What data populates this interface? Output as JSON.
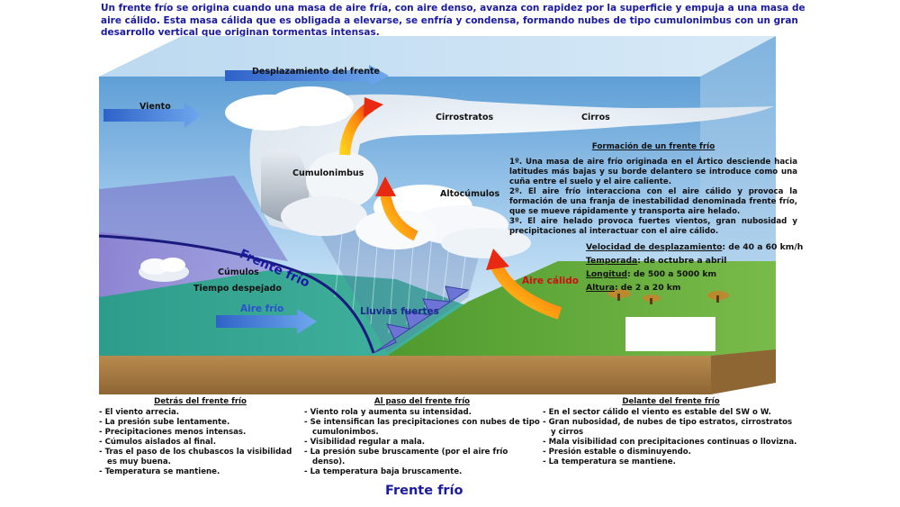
{
  "intro": "Un frente frío se origina cuando una masa de aire fría, con aire denso, avanza con rapidez por la superficie y empuja a una masa de aire cálido. Esta masa cálida que es obligada a elevarse, se enfría y condensa, formando nubes de tipo cumulonimbus con un gran desarrollo vertical que originan tormentas intensas.",
  "labels": {
    "desplazamiento": "Desplazamiento del frente",
    "viento": "Viento",
    "cirrostratos": "Cirrostratos",
    "cirros": "Cirros",
    "cumulonimbus": "Cumulonimbus",
    "altocumulos": "Altocúmulos",
    "frente_frio": "Frente frío",
    "cumulos": "Cúmulos",
    "tiempo_despejado": "Tiempo despejado",
    "aire_frio": "Aire frío",
    "lluvias_fuertes": "Lluvias fuertes",
    "aire_calido": "Aire cálido"
  },
  "formation": {
    "title": "Formación de un frente frío",
    "p1": "1º.  Una masa de aire frío originada en el Ártico desciende hacia latitudes más bajas y su borde delantero se introduce como una cuña entre el  suelo y el aire caliente.",
    "p2": "2º. El aire frío interacciona con el aire cálido y provoca la formación de una franja de inestabilidad denominada frente frío, que se mueve rápidamente y transporta aire helado.",
    "p3": "3º. El aire helado provoca fuertes vientos, gran nubosidad y precipitaciones al interactuar con el aire cálido."
  },
  "facts": [
    {
      "key": "Velocidad de desplazamiento",
      "value": ": de 40 a 60 km/h"
    },
    {
      "key": "Temporada",
      "value": ": de octubre a abril"
    },
    {
      "key": "Longitud",
      "value": ": de 500 a 5000 km"
    },
    {
      "key": "Altura",
      "value": ": de 2 a 20 km"
    }
  ],
  "columns": [
    {
      "title": "Detrás del frente frío",
      "items": [
        "El viento arrecia.",
        "La presión sube lentamente.",
        "Precipitaciones menos intensas.",
        "Cúmulos aislados al final.",
        "Tras el paso de los chubascos la visibilidad es muy buena.",
        "Temperatura se mantiene."
      ]
    },
    {
      "title": "Al paso del frente frío",
      "items": [
        "Viento rola y aumenta su intensidad.",
        "Se intensifican las precipitaciones con nubes de tipo cumulonimbos.",
        "Visibilidad regular a mala.",
        "La presión sube bruscamente (por el aire frío denso).",
        "La temperatura baja bruscamente."
      ]
    },
    {
      "title": "Delante del frente frío",
      "items": [
        "En el sector cálido el viento es estable del SW o W.",
        "Gran nubosidad, de nubes de tipo estratos, cirrostratos y cirros",
        "Mala visibilidad con precipitaciones continuas o llovizna.",
        "Presión estable o disminuyendo.",
        "La temperatura se mantiene."
      ]
    }
  ],
  "bottom_title": "Frente frío"
}
